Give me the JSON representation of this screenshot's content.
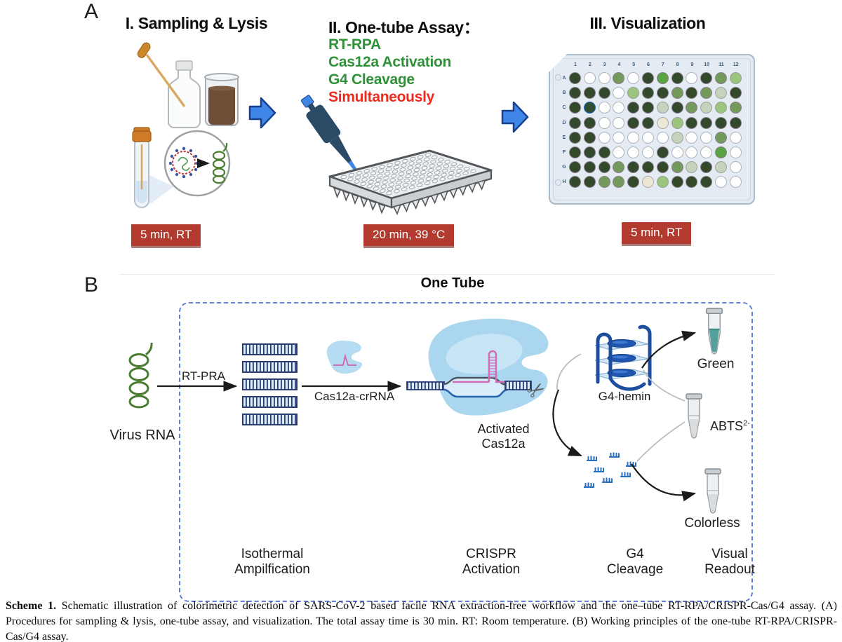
{
  "panel_a": {
    "label": "A",
    "sections": [
      {
        "title": "I. Sampling & Lysis",
        "badge": "5 min, RT"
      },
      {
        "title": "II. One-tube Assay：",
        "steps": [
          {
            "text": "RT-RPA",
            "color": "#2f9138"
          },
          {
            "text": "Cas12a Activation",
            "color": "#2f9138"
          },
          {
            "text": "G4 Cleavage",
            "color": "#2f9138"
          },
          {
            "text": "Simultaneously",
            "color": "#ee2a1e"
          }
        ],
        "badge": "20 min, 39 °C"
      },
      {
        "title": "III. Visualization",
        "badge": "5 min, RT"
      }
    ],
    "plate": {
      "col_labels": [
        "1",
        "2",
        "3",
        "4",
        "5",
        "6",
        "7",
        "8",
        "9",
        "10",
        "11",
        "12"
      ],
      "row_labels": [
        "A",
        "B",
        "C",
        "D",
        "E",
        "F",
        "G",
        "H"
      ],
      "palette": {
        "D": {
          "fill": "#33492c",
          "ring": "#8b7f8d"
        },
        "M": {
          "fill": "#739a5b",
          "ring": "#8b7f8d"
        },
        "G": {
          "fill": "#58a342",
          "ring": "#8b7f8d"
        },
        "L": {
          "fill": "#9dc47f",
          "ring": "#97a297"
        },
        "P": {
          "fill": "#c7d2bd",
          "ring": "#9aa79a"
        },
        "C": {
          "fill": "#ebe8d6",
          "ring": "#b3a8ad"
        },
        "W": {
          "fill": "#fdfefd",
          "ring": "#adb3ba"
        },
        "B": {
          "fill": "#2f4f33",
          "ring": "#2468c4"
        }
      },
      "grid": [
        [
          "D",
          "W",
          "W",
          "M",
          "W",
          "D",
          "G",
          "D",
          "W",
          "D",
          "M",
          "L"
        ],
        [
          "D",
          "D",
          "D",
          "W",
          "L",
          "D",
          "D",
          "M",
          "D",
          "M",
          "P",
          "D"
        ],
        [
          "D",
          "B",
          "W",
          "W",
          "D",
          "D",
          "P",
          "D",
          "M",
          "P",
          "L",
          "M"
        ],
        [
          "D",
          "D",
          "W",
          "W",
          "D",
          "D",
          "C",
          "L",
          "D",
          "D",
          "D",
          "D"
        ],
        [
          "D",
          "D",
          "W",
          "W",
          "W",
          "W",
          "W",
          "P",
          "W",
          "W",
          "M",
          "W"
        ],
        [
          "D",
          "D",
          "D",
          "W",
          "W",
          "W",
          "D",
          "W",
          "W",
          "W",
          "G",
          "W"
        ],
        [
          "D",
          "D",
          "D",
          "M",
          "D",
          "D",
          "D",
          "M",
          "P",
          "D",
          "P",
          "W"
        ],
        [
          "D",
          "D",
          "M",
          "M",
          "D",
          "C",
          "L",
          "D",
          "D",
          "D",
          "W",
          "W"
        ]
      ]
    }
  },
  "panel_b": {
    "label": "B",
    "box_title": "One Tube",
    "virus_label": "Virus RNA",
    "arrow1_label": "RT-PRA",
    "arrow2_label": "Cas12a-crRNA",
    "activated_line1": "Activated",
    "activated_line2": "Cas12a",
    "g4_label": "G4-hemin",
    "tube_green_label": "Green",
    "tube_abts_base": "ABTS",
    "tube_abts_sup": "2-",
    "tube_colorless_label": "Colorless",
    "scissors_glyph": "✂",
    "stages": [
      {
        "line1": "Isothermal",
        "line2": "Ampilfication"
      },
      {
        "line1": "CRISPR",
        "line2": "Activation"
      },
      {
        "line1": "G4",
        "line2": "Cleavage"
      },
      {
        "line1": "Visual",
        "line2": "Readout"
      }
    ]
  },
  "caption": {
    "bold": "Scheme 1.",
    "text": " Schematic illustration of colorimetric detection of SARS-CoV-2 based facile RNA extraction-free workflow and the one–tube RT-RPA/CRISPR-Cas/G4 assay. (A) Procedures for sampling & lysis, one-tube assay, and visualization. The total assay time is 30 min. RT: Room temperature. (B) Working principles of the one-tube RT-RPA/CRISPR-Cas/G4 assay."
  }
}
